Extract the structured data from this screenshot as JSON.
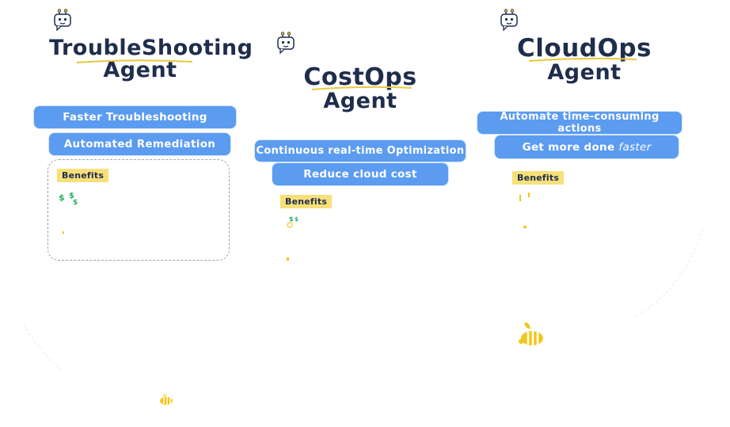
{
  "agents": [
    {
      "title_line1": "TroubleShooting",
      "title_line2": "Agent",
      "features": [
        "Faster Troubleshooting",
        "Automated Remediation"
      ],
      "benefits_label": "Benefits"
    },
    {
      "title_line1": "CostOps",
      "title_line2": "Agent",
      "features": [
        "Continuous real-time Optimization",
        "Reduce cloud cost"
      ],
      "benefits_label": "Benefits"
    },
    {
      "title_line1": "CloudOps",
      "title_line2": "Agent",
      "features": [
        "Automate time-consuming actions",
        "Get more done"
      ],
      "feature2_emphasis": "faster",
      "benefits_label": "Benefits"
    }
  ],
  "colors": {
    "pill": "#5b9bf0",
    "title": "#1f2d4d",
    "benefits_highlight": "#f7e07a",
    "underline": "#e8c840",
    "accent_yellow": "#f5c518",
    "money_green": "#2fae5e"
  },
  "icons": [
    "robot-icon",
    "money-icon",
    "bee-icon"
  ]
}
